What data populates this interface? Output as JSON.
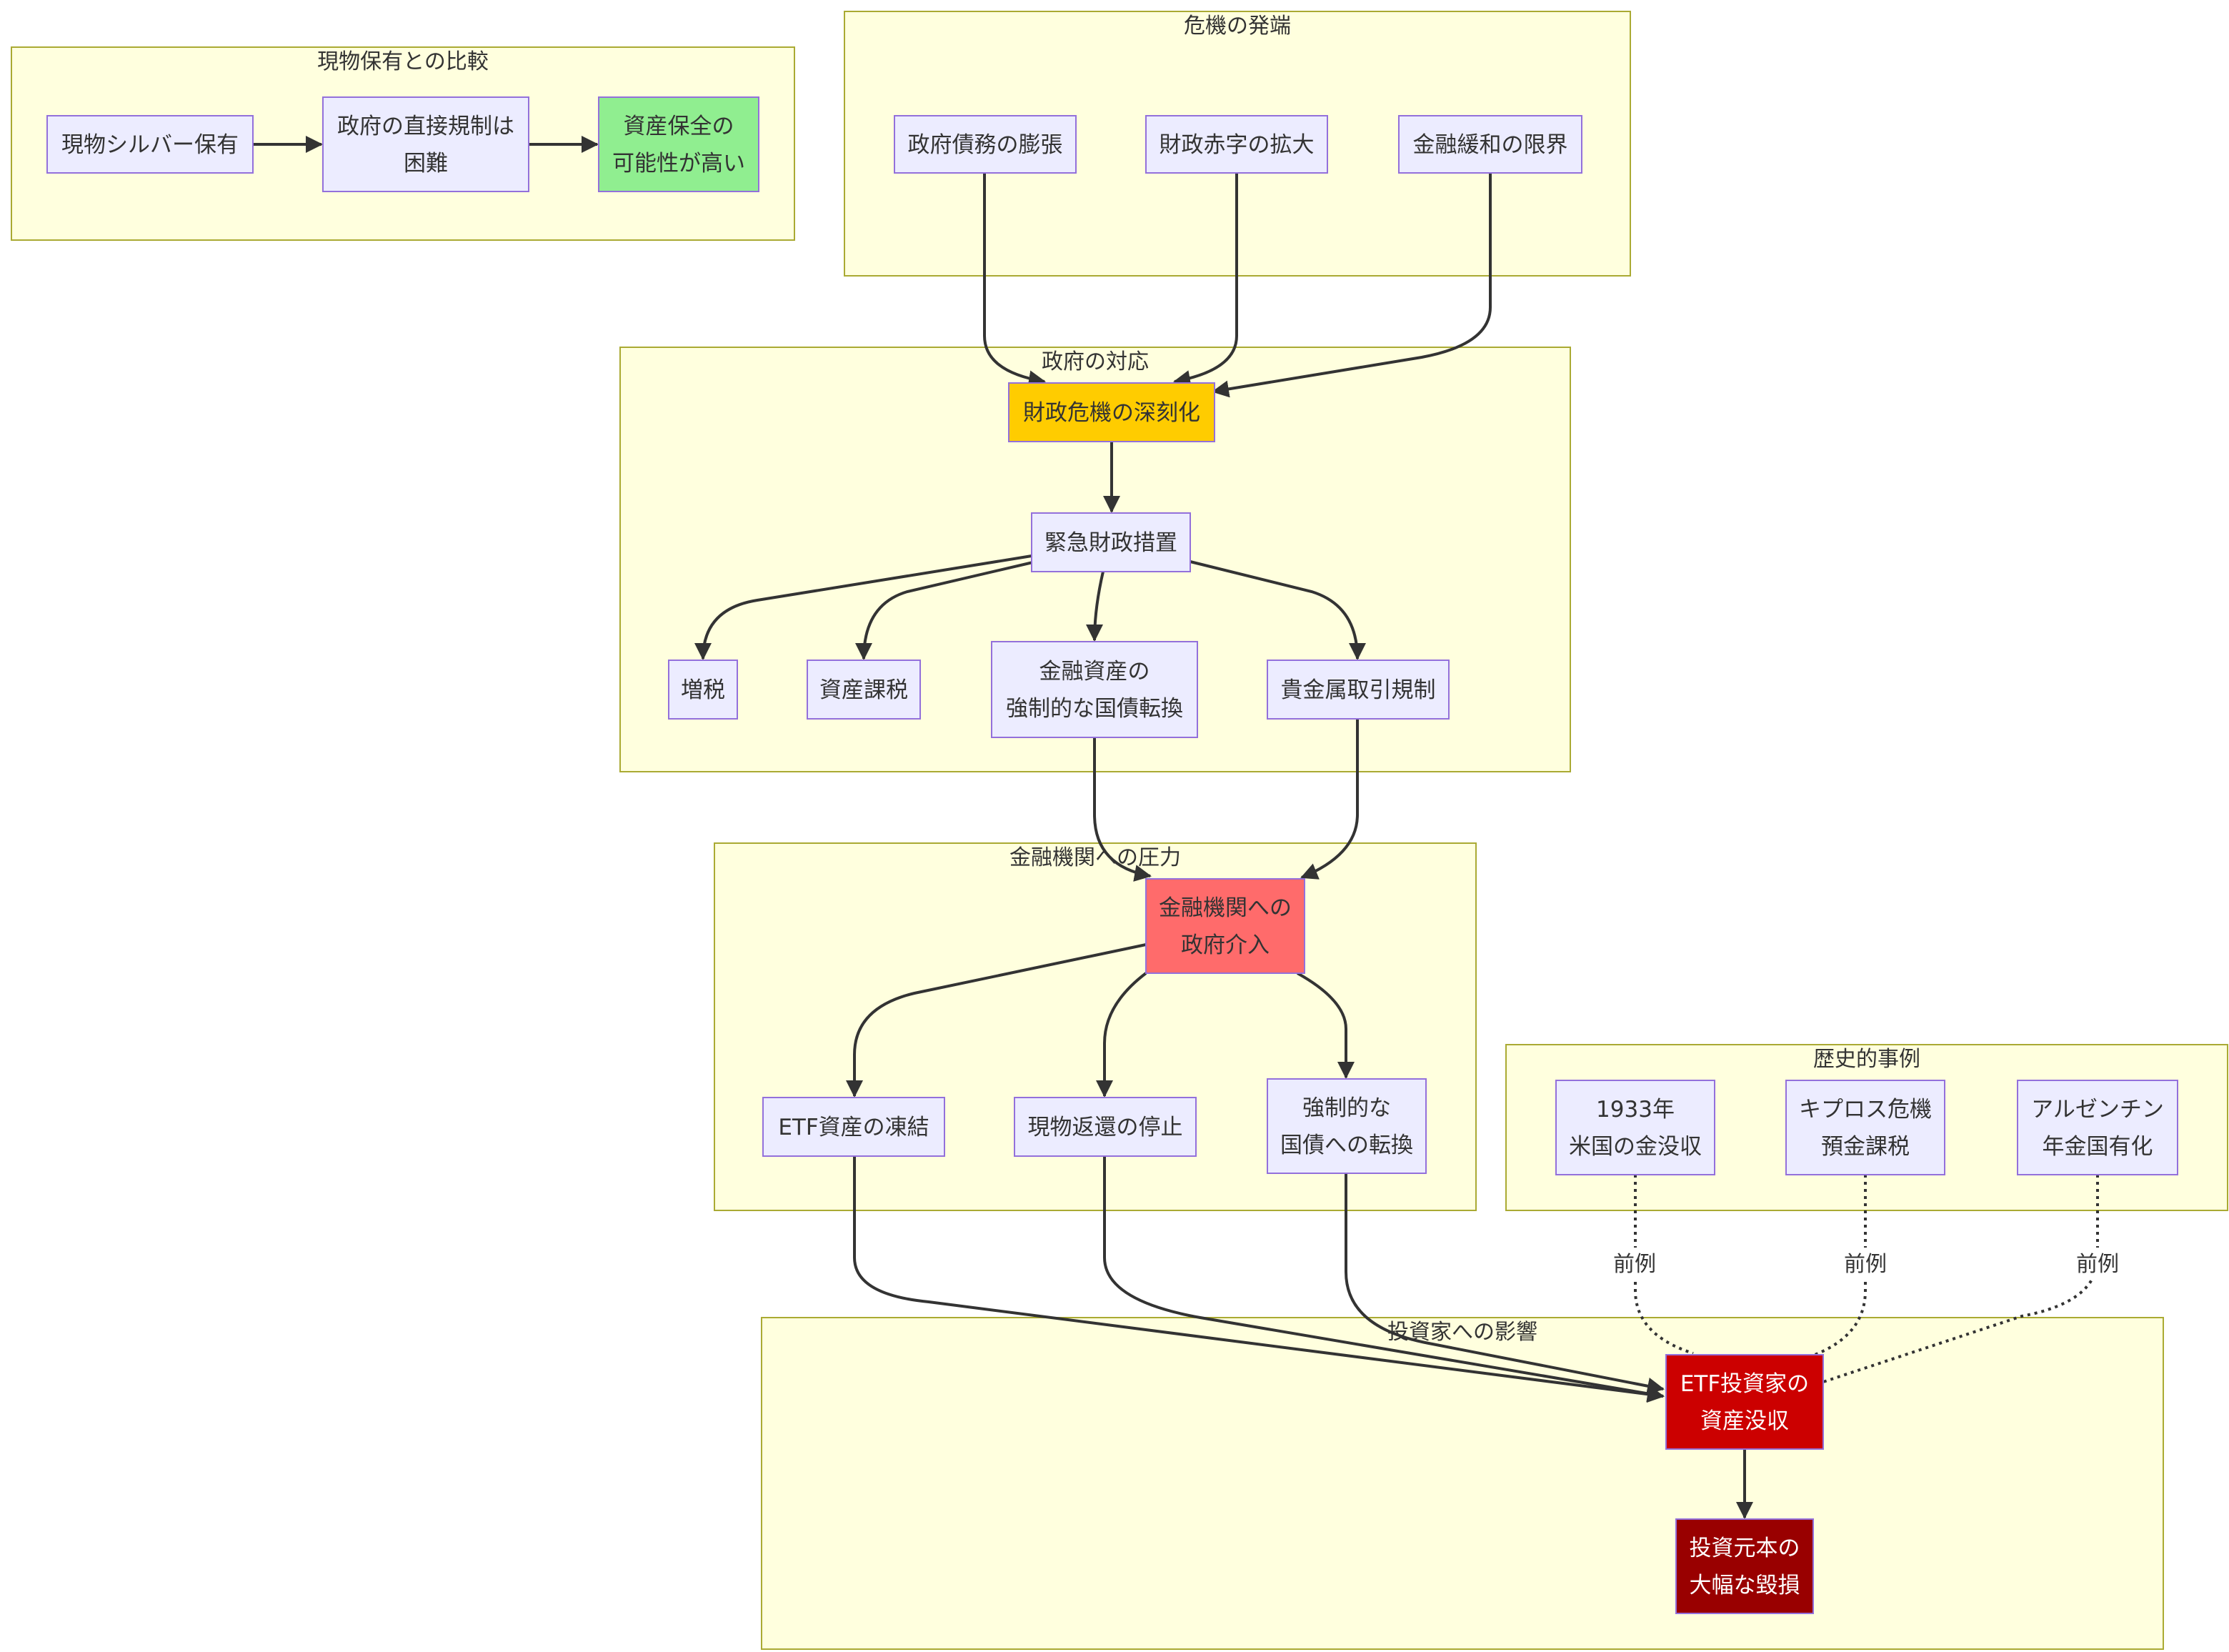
{
  "colors": {
    "cluster_fill": "#ffffde",
    "cluster_stroke": "#aaaa33",
    "node_default": "#ececff",
    "node_border": "#9370db",
    "fiscal_crisis": "#ffcc00",
    "intervention": "#ff6b6b",
    "confiscation": "#cc0000",
    "loss": "#990000",
    "preservation": "#90ee90",
    "edge": "#333333"
  },
  "clusters": [
    {
      "id": "comparison",
      "title": "現物保有との比較"
    },
    {
      "id": "origin",
      "title": "危機の発端"
    },
    {
      "id": "government",
      "title": "政府の対応"
    },
    {
      "id": "pressure",
      "title": "金融機関への圧力"
    },
    {
      "id": "history",
      "title": "歴史的事例"
    },
    {
      "id": "impact",
      "title": "投資家への影響"
    }
  ],
  "nodes": [
    {
      "id": "physical",
      "lines": [
        "現物シルバー保有"
      ],
      "style": "default"
    },
    {
      "id": "hardreg",
      "lines": [
        "政府の直接規制は",
        "困難"
      ],
      "style": "default"
    },
    {
      "id": "preserve",
      "lines": [
        "資産保全の",
        "可能性が高い"
      ],
      "style": "preservation"
    },
    {
      "id": "debt",
      "lines": [
        "政府債務の膨張"
      ],
      "style": "default"
    },
    {
      "id": "deficit",
      "lines": [
        "財政赤字の拡大"
      ],
      "style": "default"
    },
    {
      "id": "easing",
      "lines": [
        "金融緩和の限界"
      ],
      "style": "default"
    },
    {
      "id": "crisis",
      "lines": [
        "財政危機の深刻化"
      ],
      "style": "fiscal_crisis"
    },
    {
      "id": "emergency",
      "lines": [
        "緊急財政措置"
      ],
      "style": "default"
    },
    {
      "id": "tax",
      "lines": [
        "増税"
      ],
      "style": "default"
    },
    {
      "id": "assettax",
      "lines": [
        "資産課税"
      ],
      "style": "default"
    },
    {
      "id": "forcedconv",
      "lines": [
        "金融資産の",
        "強制的な国債転換"
      ],
      "style": "default"
    },
    {
      "id": "metalreg",
      "lines": [
        "貴金属取引規制"
      ],
      "style": "default"
    },
    {
      "id": "intervention",
      "lines": [
        "金融機関への",
        "政府介入"
      ],
      "style": "intervention"
    },
    {
      "id": "freeze",
      "lines": [
        "ETF資産の凍結"
      ],
      "style": "default"
    },
    {
      "id": "halt",
      "lines": [
        "現物返還の停止"
      ],
      "style": "default"
    },
    {
      "id": "bondconv",
      "lines": [
        "強制的な",
        "国債への転換"
      ],
      "style": "default"
    },
    {
      "id": "us1933",
      "lines": [
        "1933年",
        "米国の金没収"
      ],
      "style": "default"
    },
    {
      "id": "cyprus",
      "lines": [
        "キプロス危機",
        "預金課税"
      ],
      "style": "default"
    },
    {
      "id": "argentina",
      "lines": [
        "アルゼンチン",
        "年金国有化"
      ],
      "style": "default"
    },
    {
      "id": "confiscation",
      "lines": [
        "ETF投資家の",
        "資産没収"
      ],
      "style": "confiscation"
    },
    {
      "id": "loss",
      "lines": [
        "投資元本の",
        "大幅な毀損"
      ],
      "style": "loss"
    }
  ],
  "edges": [
    {
      "from": "physical",
      "to": "hardreg",
      "style": "solid"
    },
    {
      "from": "hardreg",
      "to": "preserve",
      "style": "solid"
    },
    {
      "from": "debt",
      "to": "crisis",
      "style": "solid"
    },
    {
      "from": "deficit",
      "to": "crisis",
      "style": "solid"
    },
    {
      "from": "easing",
      "to": "crisis",
      "style": "solid"
    },
    {
      "from": "crisis",
      "to": "emergency",
      "style": "solid"
    },
    {
      "from": "emergency",
      "to": "tax",
      "style": "solid"
    },
    {
      "from": "emergency",
      "to": "assettax",
      "style": "solid"
    },
    {
      "from": "emergency",
      "to": "forcedconv",
      "style": "solid"
    },
    {
      "from": "emergency",
      "to": "metalreg",
      "style": "solid"
    },
    {
      "from": "forcedconv",
      "to": "intervention",
      "style": "solid"
    },
    {
      "from": "metalreg",
      "to": "intervention",
      "style": "solid"
    },
    {
      "from": "intervention",
      "to": "freeze",
      "style": "solid"
    },
    {
      "from": "intervention",
      "to": "halt",
      "style": "solid"
    },
    {
      "from": "intervention",
      "to": "bondconv",
      "style": "solid"
    },
    {
      "from": "freeze",
      "to": "confiscation",
      "style": "solid"
    },
    {
      "from": "halt",
      "to": "confiscation",
      "style": "solid"
    },
    {
      "from": "bondconv",
      "to": "confiscation",
      "style": "solid"
    },
    {
      "from": "us1933",
      "to": "confiscation",
      "style": "dotted",
      "label": "前例"
    },
    {
      "from": "cyprus",
      "to": "confiscation",
      "style": "dotted",
      "label": "前例"
    },
    {
      "from": "argentina",
      "to": "confiscation",
      "style": "dotted",
      "label": "前例"
    },
    {
      "from": "confiscation",
      "to": "loss",
      "style": "solid"
    }
  ]
}
